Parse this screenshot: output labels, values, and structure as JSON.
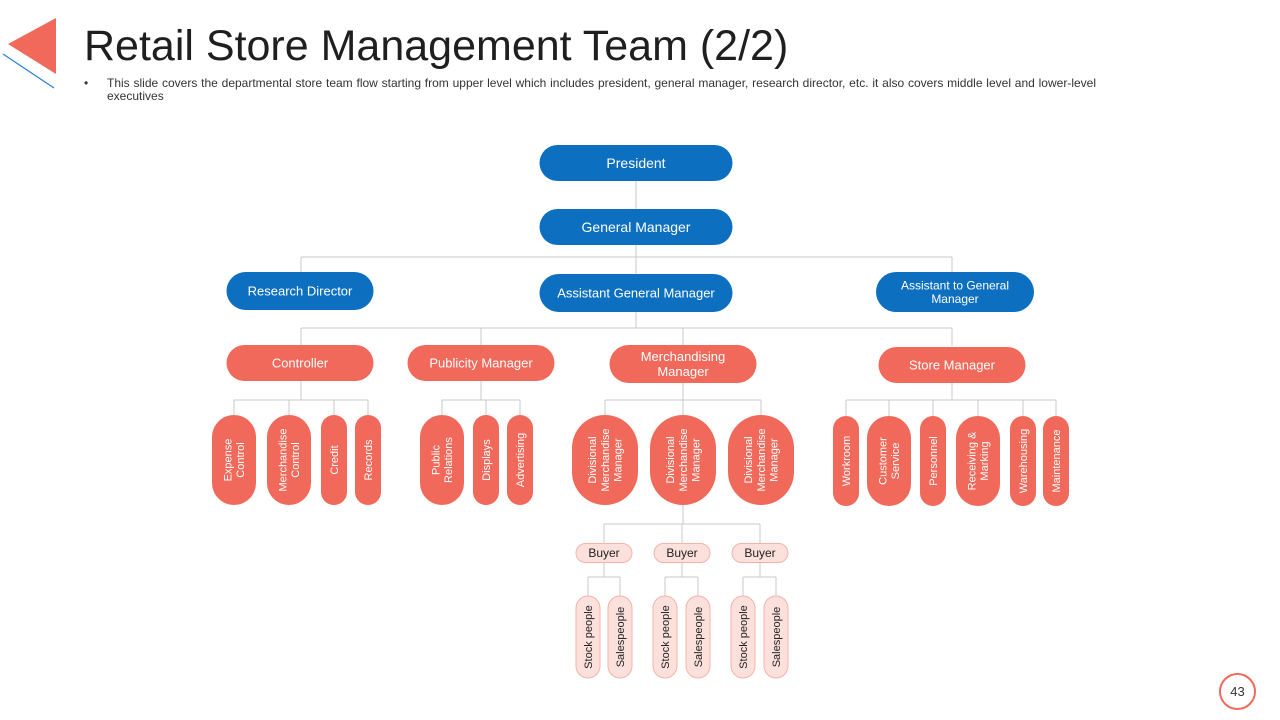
{
  "title": "Retail Store Management Team (2/2)",
  "description": "This slide covers the departmental store team flow starting from upper level  which includes president, general manager, research director, etc. it also covers middle level and lower-level  executives",
  "page_number": "43",
  "colors": {
    "blue": "#0c6fc0",
    "coral": "#f0695a",
    "pink_fill": "#fbe0dc",
    "pink_stroke": "#f3b3aa",
    "line": "#c8c8c8"
  },
  "org": {
    "president": "President",
    "general_manager": "General Manager",
    "research_director": "Research Director",
    "assistant_general_manager": "Assistant General Manager",
    "assistant_to_gm": [
      "Assistant to General",
      "Manager"
    ],
    "controller": "Controller",
    "publicity_manager": "Publicity Manager",
    "merchandising_manager": [
      "Merchandising",
      "Manager"
    ],
    "store_manager": "Store Manager",
    "controller_units": [
      [
        "Expense",
        "Control"
      ],
      [
        "Merchandise",
        "Control"
      ],
      [
        "Credit"
      ],
      [
        "Records"
      ]
    ],
    "publicity_units": [
      [
        "Public",
        "Relations"
      ],
      [
        "Displays"
      ],
      [
        "Advertising"
      ]
    ],
    "merch_units": [
      [
        "Divisional",
        "Merchandise",
        "Manager"
      ],
      [
        "Divisional",
        "Merchandise",
        "Manager"
      ],
      [
        "Divisional",
        "Merchandise",
        "Manager"
      ]
    ],
    "store_units": [
      [
        "Workroom"
      ],
      [
        "Customer",
        "Service"
      ],
      [
        "Personnel"
      ],
      [
        "Receiving &",
        "Marking"
      ],
      [
        "Warehousing"
      ],
      [
        "Maintenance"
      ]
    ],
    "buyer": "Buyer",
    "buyer_staff": [
      "Stock people",
      "Salespeople"
    ]
  }
}
